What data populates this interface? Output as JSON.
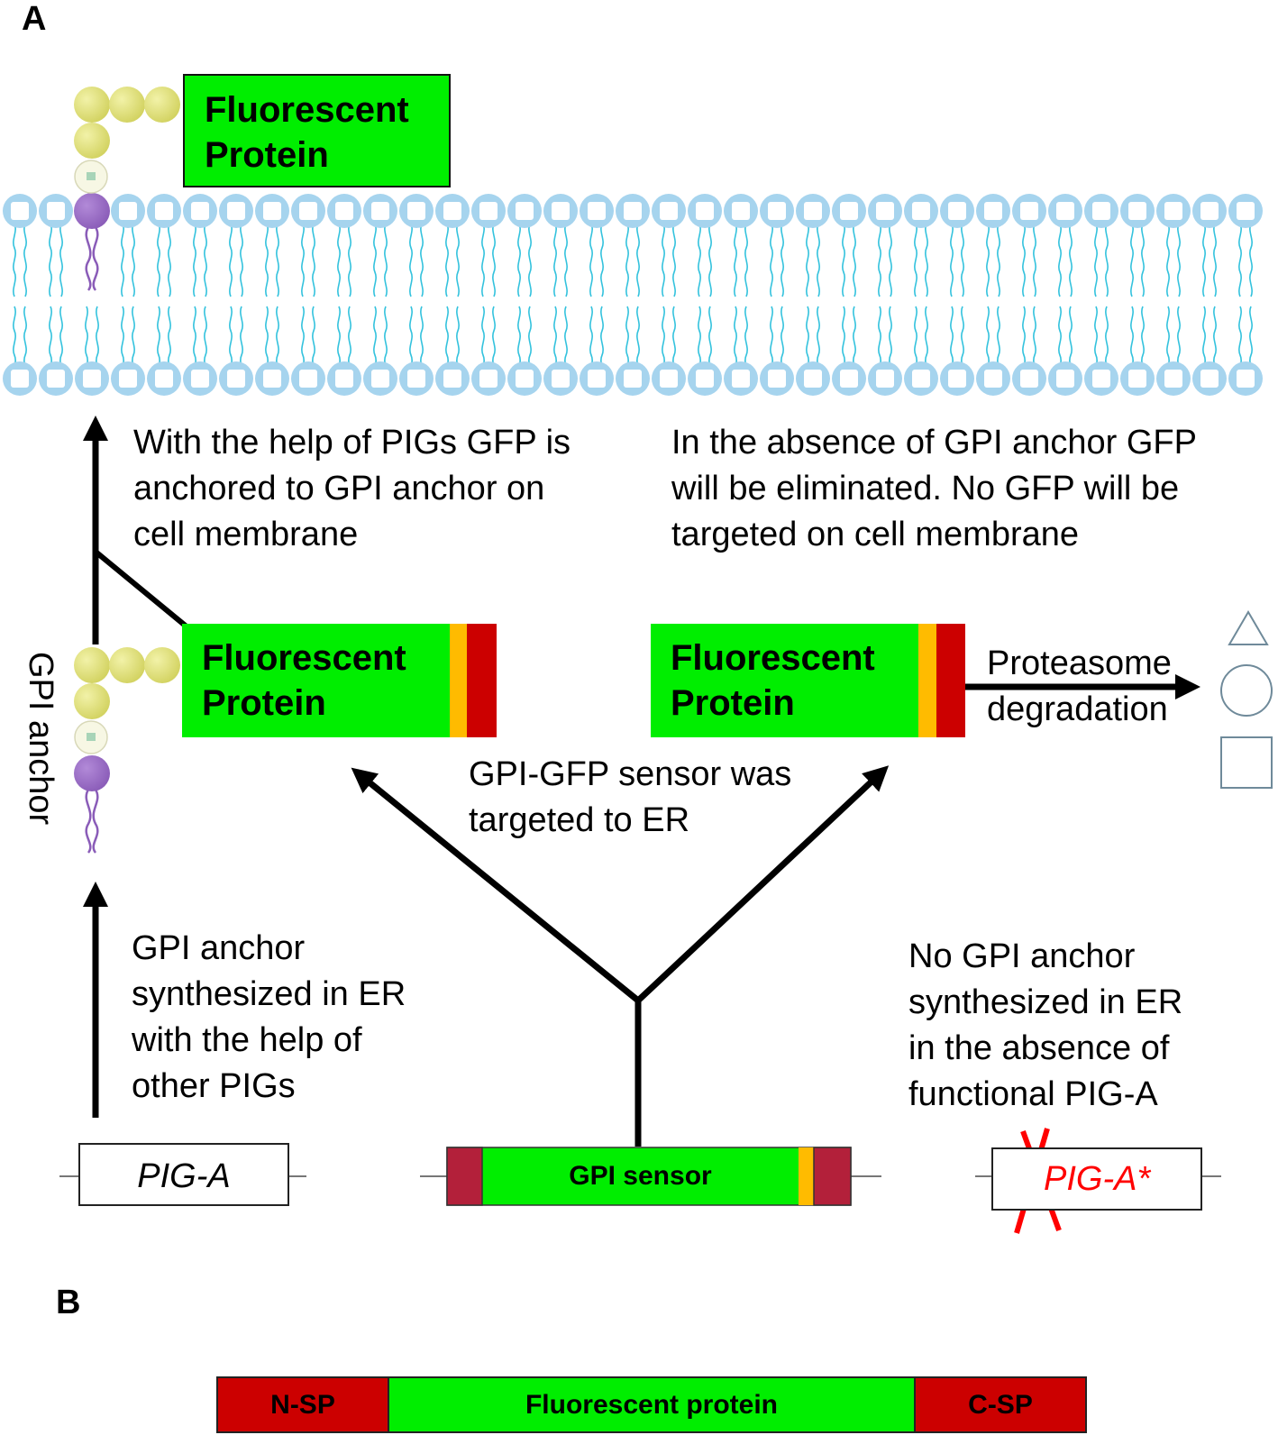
{
  "panel_labels": {
    "a": "A",
    "b": "B"
  },
  "fluorescent_protein": {
    "top_label": "Fluorescent\nProtein",
    "left_label": "Fluorescent\nProtein",
    "right_label": "Fluorescent\nProtein"
  },
  "gpi_anchor_label": "GPI anchor",
  "captions": {
    "with_help": "With the help of PIGs GFP is\nanchored to GPI anchor on\ncell membrane",
    "absence": "In the absence of GPI anchor GFP\nwill be eliminated. No GFP will be\ntargeted on cell membrane",
    "proteasome": "Proteasome\ndegradation",
    "targeted_er": "GPI-GFP sensor was\ntargeted to ER",
    "synthesized": "GPI anchor\nsynthesized in ER\nwith the help of\nother PIGs",
    "no_gpi": "No GPI anchor\nsynthesized in ER\nin the absence of\nfunctional PIG-A"
  },
  "genes": {
    "pig_a": "PIG-A",
    "gpi_sensor": "GPI sensor",
    "pig_a_mutant": "PIG-A*"
  },
  "panel_b": {
    "n_sp": "N-SP",
    "fluorescent": "Fluorescent protein",
    "c_sp": "C-SP"
  },
  "colors": {
    "fluorescent_green": "#00ee00",
    "signal_red": "#cc0000",
    "signal_orange": "#ffbb00",
    "sensor_red": "#b3203a",
    "mutation_red": "#ff0000",
    "membrane_head": "#a6d4ee",
    "membrane_tail": "#33c2dd",
    "anchor_lipid": "#9a6cc2",
    "anchor_sugar": "#dede7a"
  }
}
